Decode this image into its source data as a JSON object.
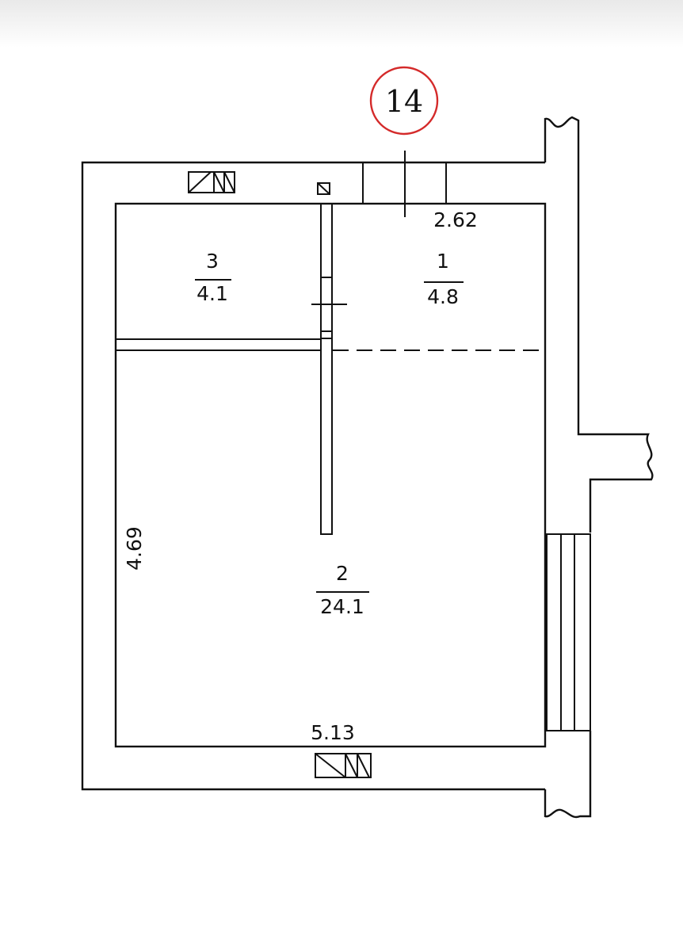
{
  "plan": {
    "apartment_number": "14",
    "marker_color": "#d42a2a",
    "dimensions": {
      "width_bottom": "5.13",
      "height_left": "4.69",
      "width_top_right": "2.62"
    },
    "rooms": [
      {
        "number": "1",
        "area": "4.8"
      },
      {
        "number": "2",
        "area": "24.1"
      },
      {
        "number": "3",
        "area": "4.1"
      }
    ]
  }
}
